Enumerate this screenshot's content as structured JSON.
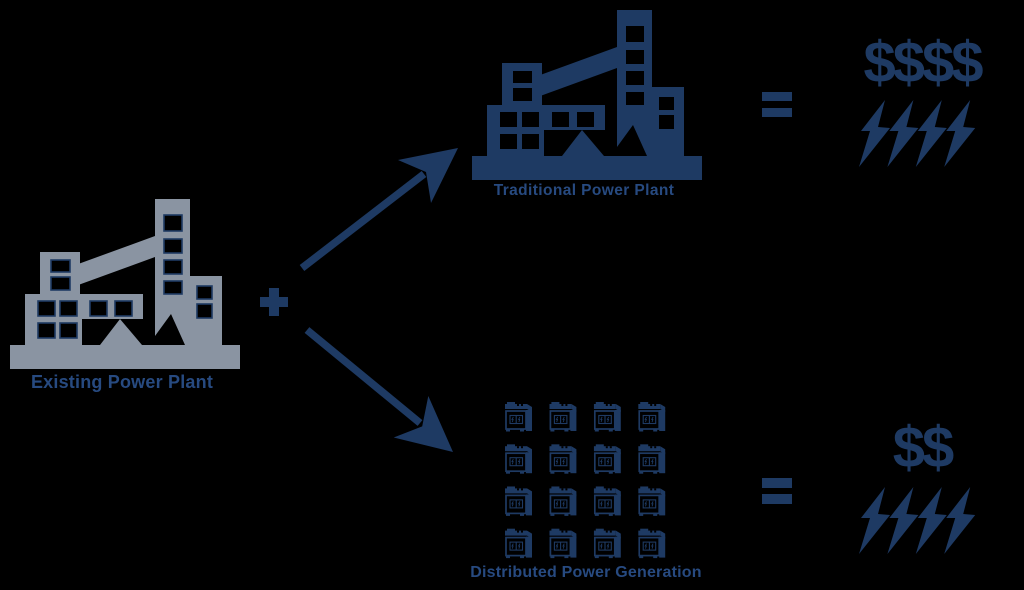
{
  "background": "#000000",
  "colors": {
    "icon_navy": "#1e3a63",
    "icon_gray": "#8a94a2",
    "label_blue": "#274a80"
  },
  "nodes": {
    "existing": {
      "label": "Existing Power Plant"
    },
    "traditional": {
      "label": "Traditional Power Plant",
      "cost": "$$$$",
      "bolt_count": 4
    },
    "distributed": {
      "label": "Distributed Power Generation",
      "cost": "$$",
      "bolt_count": 4,
      "units": {
        "rows": 4,
        "cols": 4
      }
    }
  },
  "operators": {
    "plus": "+",
    "equals_top": "=",
    "equals_bottom": "="
  }
}
